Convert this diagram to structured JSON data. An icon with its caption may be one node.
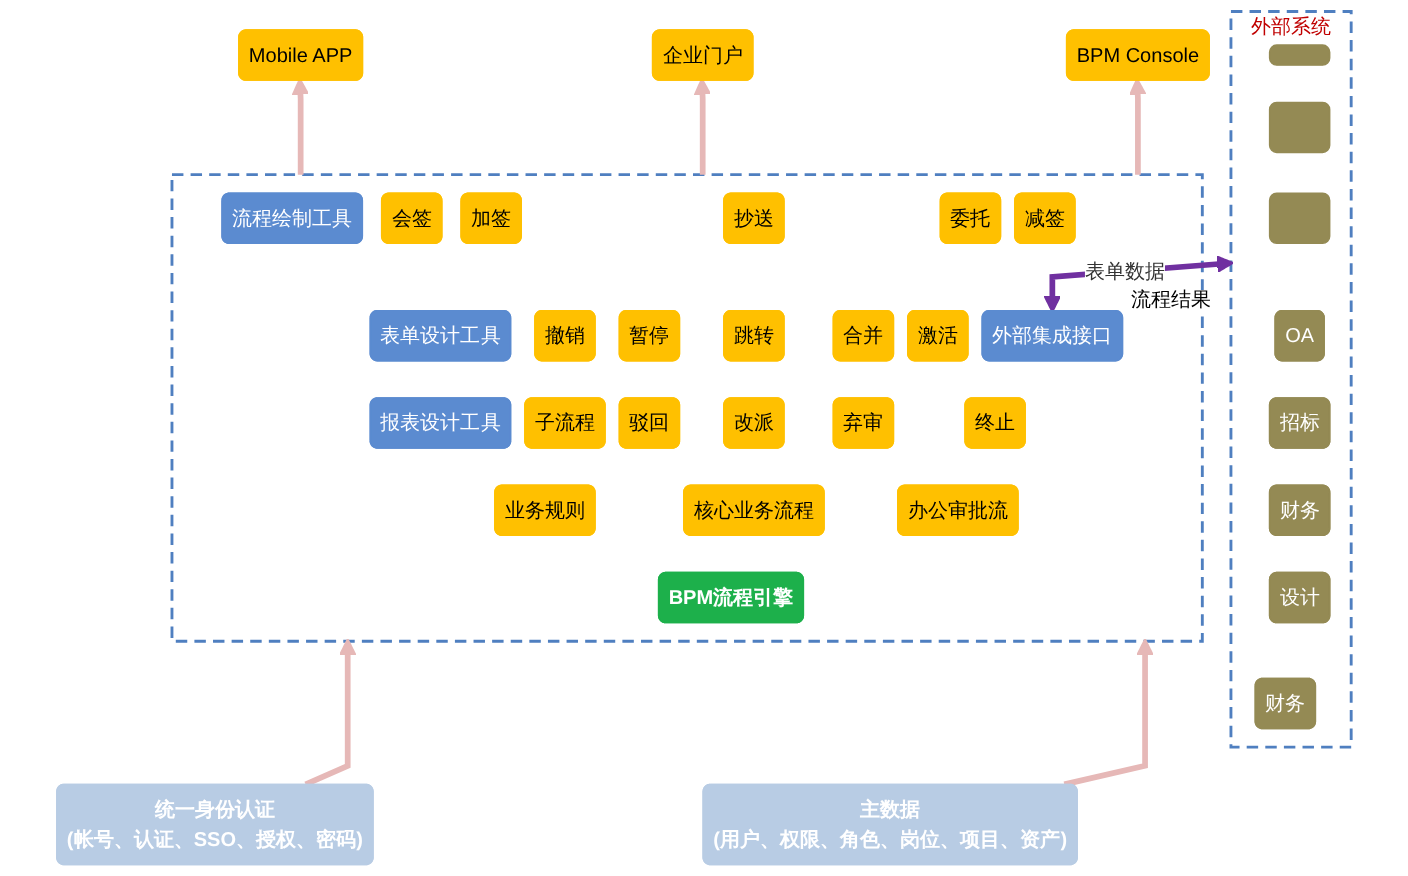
{
  "diagram": {
    "nodes": [
      {
        "text": [
          "Mobile APP"
        ]
      },
      {
        "text": [
          "企业门户"
        ]
      },
      {
        "text": [
          "BPM Console"
        ]
      },
      {
        "text": [],
        "shape": "box"
      },
      {
        "text": [
          "流程绘制工具"
        ],
        "in": 3
      },
      {
        "text": [
          "表单设计工具"
        ],
        "in": 3
      },
      {
        "text": [
          "报表设计工具"
        ],
        "in": 3
      },
      {
        "text": [
          "会签"
        ],
        "in": 3
      },
      {
        "text": [
          "加签"
        ],
        "in": 3
      },
      {
        "text": [
          "抄送"
        ],
        "in": 3
      },
      {
        "text": [
          "委托"
        ],
        "in": 3
      },
      {
        "text": [
          "减签"
        ],
        "in": 3
      },
      {
        "text": [
          "撤销"
        ],
        "in": 3
      },
      {
        "text": [
          "暂停"
        ],
        "in": 3
      },
      {
        "text": [
          "跳转"
        ],
        "in": 3
      },
      {
        "text": [
          "合并"
        ],
        "in": 3
      },
      {
        "text": [
          "激活"
        ],
        "in": 3
      },
      {
        "text": [
          "子流程"
        ],
        "in": 3
      },
      {
        "text": [
          "驳回"
        ],
        "in": 3
      },
      {
        "text": [
          "改派"
        ],
        "in": 3
      },
      {
        "text": [
          "弃审"
        ],
        "in": 3
      },
      {
        "text": [
          "终止"
        ],
        "in": 3
      },
      {
        "text": [
          "外部集成接口"
        ],
        "in": 3
      },
      {
        "text": [
          "业务规则"
        ],
        "in": 3
      },
      {
        "text": [
          "核心业务流程"
        ],
        "in": 3
      },
      {
        "text": [
          "办公审批流"
        ],
        "in": 3
      },
      {
        "text": [
          "BPM流程引擎"
        ],
        "in": 3
      },
      {
        "text": [
          "外部系统"
        ]
      },
      {
        "text": [],
        "shape": "box",
        "in": 27
      },
      {
        "text": [],
        "shape": "box",
        "in": 27
      },
      {
        "text": [],
        "shape": "box",
        "in": 27
      },
      {
        "text": [
          "OA"
        ],
        "in": 27
      },
      {
        "text": [
          "招标"
        ],
        "in": 27
      },
      {
        "text": [
          "财务"
        ],
        "in": 27
      },
      {
        "text": [
          "设计"
        ],
        "in": 27
      },
      {
        "text": [
          "财务"
        ],
        "in": 27
      },
      {
        "text": [
          "统一身份认证",
          "(帐号、认证、SSO、授权、密码)"
        ]
      },
      {
        "text": [
          "主数据",
          "(用户、权限、角色、岗位、项目、资产)"
        ]
      }
    ],
    "edges": [
      {
        "from": 3,
        "to": 0,
        "arrow": "to"
      },
      {
        "from": 3,
        "to": 1,
        "arrow": "to"
      },
      {
        "from": 3,
        "to": 2,
        "arrow": "to"
      },
      {
        "from": 22,
        "to": 27,
        "arrow": "both",
        "label": "表单数据",
        "color": "#7030a0"
      },
      {
        "from": 36,
        "to": 3,
        "arrow": "to"
      },
      {
        "from": 37,
        "to": 3,
        "arrow": "to"
      }
    ],
    "labels": [
      "流程结果"
    ]
  }
}
